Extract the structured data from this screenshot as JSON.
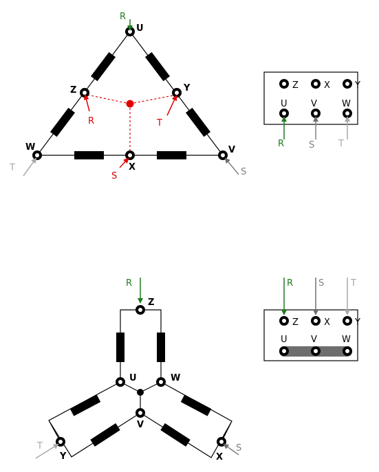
{
  "colors": {
    "R": "#1e7b1e",
    "S": "#808080",
    "T": "#a8a8a8",
    "red": "#e00000",
    "bridge": "#6e6e6e"
  },
  "delta": {
    "terminals": {
      "U": "U",
      "V": "V",
      "W": "W",
      "X": "X",
      "Y": "Y",
      "Z": "Z"
    },
    "phases": {
      "R": "R",
      "S": "S",
      "T": "T"
    },
    "inner_labels": {
      "R": "R",
      "S": "S",
      "T": "T"
    }
  },
  "delta_box": {
    "top_row": [
      "Z",
      "X",
      "Y"
    ],
    "bottom_row": [
      "U",
      "V",
      "W"
    ],
    "phases": [
      "R",
      "S",
      "T"
    ]
  },
  "star": {
    "terminals": {
      "U": "U",
      "V": "V",
      "W": "W",
      "X": "X",
      "Y": "Y",
      "Z": "Z"
    },
    "phases": {
      "R": "R",
      "S": "S",
      "T": "T"
    }
  },
  "star_box": {
    "top_row": [
      "Z",
      "X",
      "Y"
    ],
    "bottom_row": [
      "U",
      "V",
      "W"
    ],
    "phases": [
      "R",
      "S",
      "T"
    ]
  }
}
